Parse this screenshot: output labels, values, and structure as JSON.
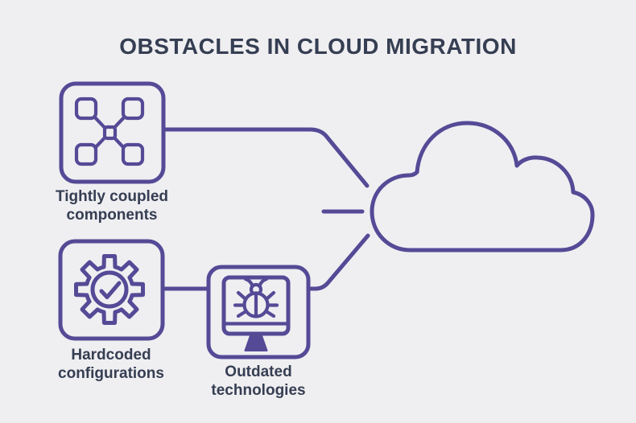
{
  "title": "OBSTACLES IN CLOUD MIGRATION",
  "colors": {
    "background": "#efeef1",
    "outline": "#544a96",
    "text": "#353e52"
  },
  "nodes": [
    {
      "id": "tightly-coupled-components",
      "icon": "coupled-components-icon",
      "label_line1": "Tightly coupled",
      "label_line2": "components"
    },
    {
      "id": "hardcoded-configurations",
      "icon": "gear-checkmark-icon",
      "label_line1": "Hardcoded",
      "label_line2": "configurations"
    },
    {
      "id": "outdated-technologies",
      "icon": "monitor-bug-icon",
      "label_line1": "Outdated",
      "label_line2": "technologies"
    }
  ],
  "destination": {
    "id": "cloud",
    "icon": "cloud-icon"
  }
}
